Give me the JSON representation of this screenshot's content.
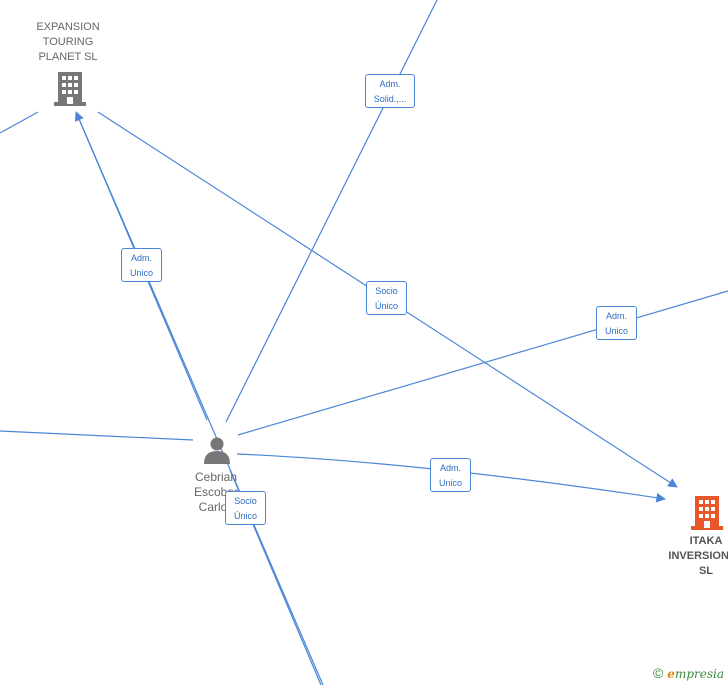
{
  "nodes": {
    "expansion": {
      "lines": [
        "EXPANSION",
        "TOURING",
        "PLANET  SL"
      ],
      "icon": "building-icon",
      "color": "#777777"
    },
    "itaka": {
      "lines": [
        "ITAKA",
        "INVERSIONES",
        "SL"
      ],
      "icon": "building-icon",
      "color": "#e8562a"
    },
    "person": {
      "lines": [
        "Cebrian",
        "Escobar",
        "Carlos"
      ],
      "icon": "person-icon",
      "color": "#777777"
    }
  },
  "edge_labels": {
    "adm_solid": [
      "Adm.",
      "Solid.,..."
    ],
    "adm_unico_left": [
      "Adm.",
      "Unico"
    ],
    "socio_unico_mid": [
      "Socio",
      "Único"
    ],
    "adm_unico_right": [
      "Adm.",
      "Unico"
    ],
    "adm_unico_bottom": [
      "Adm.",
      "Unico"
    ],
    "socio_unico_bottom": [
      "Socio",
      "Único"
    ]
  },
  "footer": {
    "copyright": "©",
    "brand_e": "e",
    "brand_rest": "mpresia"
  },
  "colors": {
    "edge": "#4a86d8",
    "building_gray": "#777777",
    "building_orange": "#e8562a"
  }
}
